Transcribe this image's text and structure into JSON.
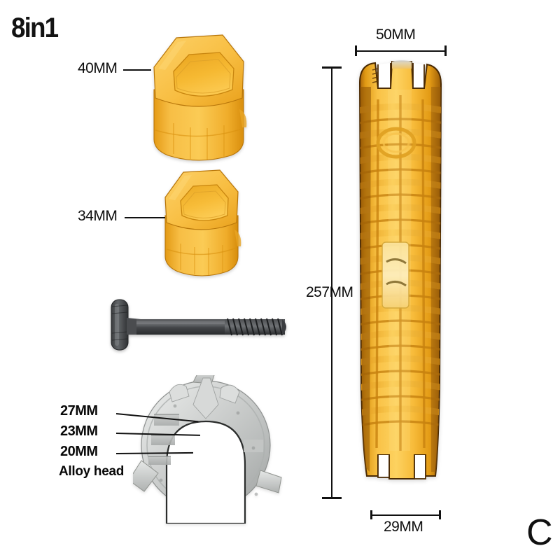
{
  "page": {
    "title": "8in1",
    "corner_letter": "C",
    "background_color": "#ffffff"
  },
  "colors": {
    "plastic_yellow": "#F5B335",
    "plastic_yellow_light": "#FBCB52",
    "plastic_yellow_deep": "#E8960E",
    "plastic_shadow": "#A85D07",
    "alloy_grey": "#C9CBCA",
    "alloy_grey_light": "#E2E4E3",
    "alloy_grey_dark": "#9A9D9C",
    "steel_dark": "#37383A",
    "line_black": "#111111",
    "text_black": "#0d0d0d"
  },
  "parts": [
    {
      "id": "socket-40mm",
      "name": "Hex socket large",
      "label": "40MM",
      "shape": "hexagonal-socket"
    },
    {
      "id": "socket-34mm",
      "name": "Hex socket small",
      "label": "34MM",
      "shape": "hexagonal-socket"
    },
    {
      "id": "t-bolt",
      "name": "T-handle threaded bolt",
      "label": "",
      "shape": "t-handle-bolt"
    },
    {
      "id": "alloy-head",
      "name": "Alloy head wrench",
      "label": "Alloy head",
      "shape": "horseshoe-disc"
    },
    {
      "id": "wrench-body",
      "name": "Plumbing wrench body",
      "label": "",
      "shape": "ribbed-column"
    }
  ],
  "callouts": {
    "socket_large": "40MM",
    "socket_small": "34MM",
    "alloy_27": "27MM",
    "alloy_23": "23MM",
    "alloy_20": "20MM",
    "alloy_name": "Alloy head"
  },
  "dimensions": {
    "wrench_width_top": "50MM",
    "wrench_length": "257MM",
    "wrench_width_bottom": "29MM"
  }
}
